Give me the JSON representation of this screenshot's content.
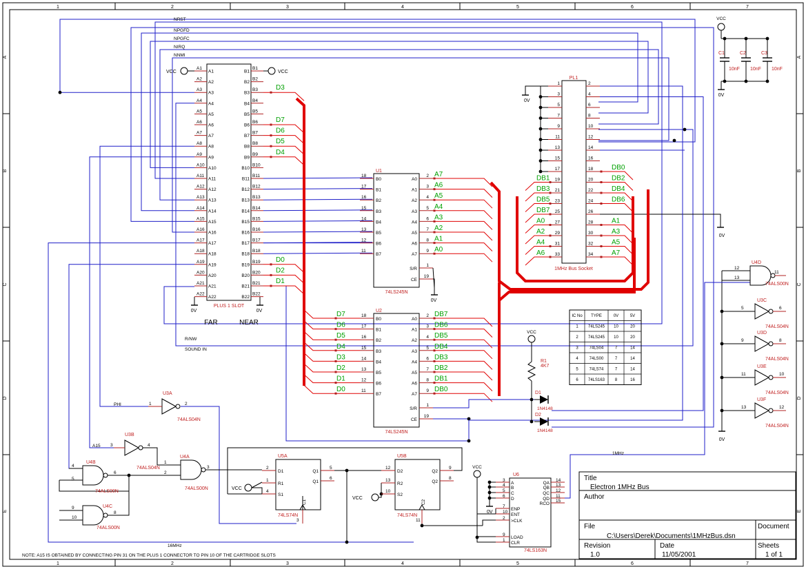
{
  "frame": {
    "cols": [
      "1",
      "2",
      "3",
      "4",
      "5",
      "6",
      "7"
    ],
    "rows": [
      "A",
      "B",
      "C",
      "D",
      "E"
    ]
  },
  "top_signals": [
    "NRST",
    "NPGFD",
    "NPGFC",
    "NIRQ",
    "NNMI"
  ],
  "plus1_slot": {
    "title": "PLUS 1 SLOT",
    "far_label": "FAR",
    "near_label": "NEAR",
    "a_pins": [
      "A1",
      "A2",
      "A3",
      "A4",
      "A5",
      "A6",
      "A7",
      "A8",
      "A9",
      "A10",
      "A11",
      "A12",
      "A13",
      "A14",
      "A15",
      "A16",
      "A17",
      "A18",
      "A19",
      "A20",
      "A21",
      "A22"
    ],
    "b_pins": [
      "B1",
      "B2",
      "B3",
      "B4",
      "B5",
      "B6",
      "B7",
      "B8",
      "B9",
      "B10",
      "B11",
      "B12",
      "B13",
      "B14",
      "B15",
      "B16",
      "B17",
      "B18",
      "B19",
      "B20",
      "B21",
      "B22"
    ],
    "b_data_labels": {
      "B3": "D3",
      "B6": "D7",
      "B7": "D6",
      "B8": "D5",
      "B9": "D4",
      "B19": "D0",
      "B20": "D2",
      "B21": "D1"
    }
  },
  "vcc": "VCC",
  "ground": "0V",
  "u1": {
    "ref": "U1",
    "part": "74LS245N",
    "b_pins": [
      "B0",
      "B1",
      "B2",
      "B3",
      "B4",
      "B5",
      "B6",
      "B7"
    ],
    "b_nums": [
      "18",
      "17",
      "16",
      "15",
      "14",
      "13",
      "12",
      "11"
    ],
    "a_pins": [
      "A0",
      "A1",
      "A2",
      "A3",
      "A4",
      "A5",
      "A6",
      "A7"
    ],
    "a_nums": [
      "2",
      "3",
      "4",
      "5",
      "6",
      "7",
      "8",
      "9"
    ],
    "a_nets": [
      "A7",
      "A6",
      "A5",
      "A4",
      "A3",
      "A2",
      "A1",
      "A0"
    ],
    "sr": "S/R",
    "ce": "CE",
    "sr_num": "1",
    "ce_num": "19"
  },
  "u2": {
    "ref": "U2",
    "part": "74LS245N",
    "b_nets": [
      "D7",
      "D6",
      "D5",
      "D4",
      "D3",
      "D2",
      "D1",
      "D0"
    ],
    "a_nets": [
      "DB7",
      "DB6",
      "DB5",
      "DB4",
      "DB3",
      "DB2",
      "DB1",
      "DB0"
    ]
  },
  "pl1": {
    "ref": "PL1",
    "title": "1MHz Bus Socket",
    "left_nums": [
      "1",
      "3",
      "5",
      "7",
      "9",
      "11",
      "13",
      "15",
      "17",
      "19",
      "21",
      "23",
      "25",
      "27",
      "29",
      "31",
      "33"
    ],
    "right_nums": [
      "2",
      "4",
      "6",
      "8",
      "10",
      "12",
      "14",
      "16",
      "18",
      "20",
      "22",
      "24",
      "26",
      "28",
      "30",
      "32",
      "34"
    ],
    "left_nets": {
      "19": "DB1",
      "21": "DB3",
      "23": "DB5",
      "25": "DB7",
      "27": "A0",
      "29": "A2",
      "31": "A4",
      "33": "A6"
    },
    "right_nets": {
      "18": "DB0",
      "20": "DB2",
      "22": "DB4",
      "24": "DB6",
      "28": "A1",
      "30": "A3",
      "32": "A5",
      "34": "A7"
    }
  },
  "caps": {
    "labels": [
      "C1",
      "C2",
      "C3"
    ],
    "value": "10nF"
  },
  "u3_gates": {
    "u3a": {
      "ref": "U3A",
      "part": "74ALS04N",
      "in": "1",
      "out": "2",
      "signal": "PHI"
    },
    "u3b": {
      "ref": "U3B",
      "part": "74ALS04N",
      "in": "3",
      "out": "4",
      "signal": "A15"
    },
    "u3c": {
      "ref": "U3C",
      "part": "74ALS04N",
      "in": "5",
      "out": "6"
    },
    "u3d": {
      "ref": "U3D",
      "part": "74ALS04N",
      "in": "9",
      "out": "8"
    },
    "u3e": {
      "ref": "U3E",
      "part": "74ALS04N",
      "in": "11",
      "out": "10"
    },
    "u3f": {
      "ref": "U3F",
      "part": "74ALS04N",
      "in": "13",
      "out": "12"
    }
  },
  "u4_gates": {
    "u4a": {
      "ref": "U4A",
      "part": "74ALS00N",
      "in1": "1",
      "in2": "2",
      "out": "3"
    },
    "u4b": {
      "ref": "U4B",
      "part": "74ALS00N",
      "in1": "4",
      "in2": "5",
      "out": "6"
    },
    "u4c": {
      "ref": "U4C",
      "part": "74ALS00N",
      "in1": "9",
      "in2": "10",
      "out": "8"
    },
    "u4d": {
      "ref": "U4D",
      "part": "74ALS00N",
      "in1": "12",
      "in2": "13",
      "out": "11"
    }
  },
  "u5a": {
    "ref": "U5A",
    "part": "74LS74N",
    "pins": [
      "D1",
      "R1",
      "S1",
      "Q1",
      "Q1",
      "C1"
    ],
    "nums": [
      "2",
      "1",
      "4",
      "5",
      "6",
      "3"
    ]
  },
  "u5b": {
    "ref": "U5B",
    "part": "74LS74N",
    "pins": [
      "D2",
      "R2",
      "S2",
      "Q2",
      "Q2",
      "C2"
    ],
    "nums": [
      "12",
      "13",
      "10",
      "9",
      "8",
      "11"
    ]
  },
  "u6": {
    "ref": "U6",
    "part": "74LS163N",
    "left": [
      "A",
      "B",
      "C",
      "D",
      "ENP",
      "ENT",
      ">CLK",
      "LOAD",
      "CLR"
    ],
    "left_nums": [
      "3",
      "4",
      "5",
      "6",
      "7",
      "10",
      "2",
      "9",
      "1"
    ],
    "right": [
      "QA",
      "QB",
      "QC",
      "QD",
      "RCO"
    ],
    "right_nums": [
      "14",
      "13",
      "12",
      "11",
      "15"
    ]
  },
  "r1": {
    "ref": "R1",
    "value": "4K7"
  },
  "d1": {
    "ref": "D1",
    "part": "1N4148"
  },
  "d2": {
    "ref": "D2",
    "part": "1N4148"
  },
  "net_labels": {
    "rnw": "R/NW",
    "sound": "SOUND IN",
    "clk16": "16MHz",
    "clk1": "1MHz"
  },
  "ic_table": {
    "headers": [
      "IC No",
      "TYPE",
      "0V",
      "5V"
    ],
    "rows": [
      [
        "1",
        "74LS245",
        "10",
        "20"
      ],
      [
        "2",
        "74LS245",
        "10",
        "20"
      ],
      [
        "3",
        "74LS04",
        "7",
        "14"
      ],
      [
        "4",
        "74LS00",
        "7",
        "14"
      ],
      [
        "5",
        "74LS74",
        "7",
        "14"
      ],
      [
        "6",
        "74LS163",
        "8",
        "16"
      ]
    ]
  },
  "title_block": {
    "title_label": "Title",
    "title": "Electron 1MHz Bus",
    "author_label": "Author",
    "file_label": "File",
    "file": "C:\\Users\\Derek\\Documents\\1MHzBus.dsn",
    "document_label": "Document",
    "revision_label": "Revision",
    "revision": "1.0",
    "date_label": "Date",
    "date": "11/05/2001",
    "sheets_label": "Sheets",
    "sheets": "1 of 1"
  },
  "note": "NOTE: A15 IS OBTAINED BY CONNECTING PIN 31 ON THE PLUS 1 CONNECTOR TO PIN 10 OF THE CARTRIDGE SLOTS",
  "colors": {
    "wire": "#1e1ec8",
    "bus": "#e00000",
    "pin": "#b02020",
    "label": "#00a000",
    "part": "#c02020",
    "black": "#000000"
  }
}
